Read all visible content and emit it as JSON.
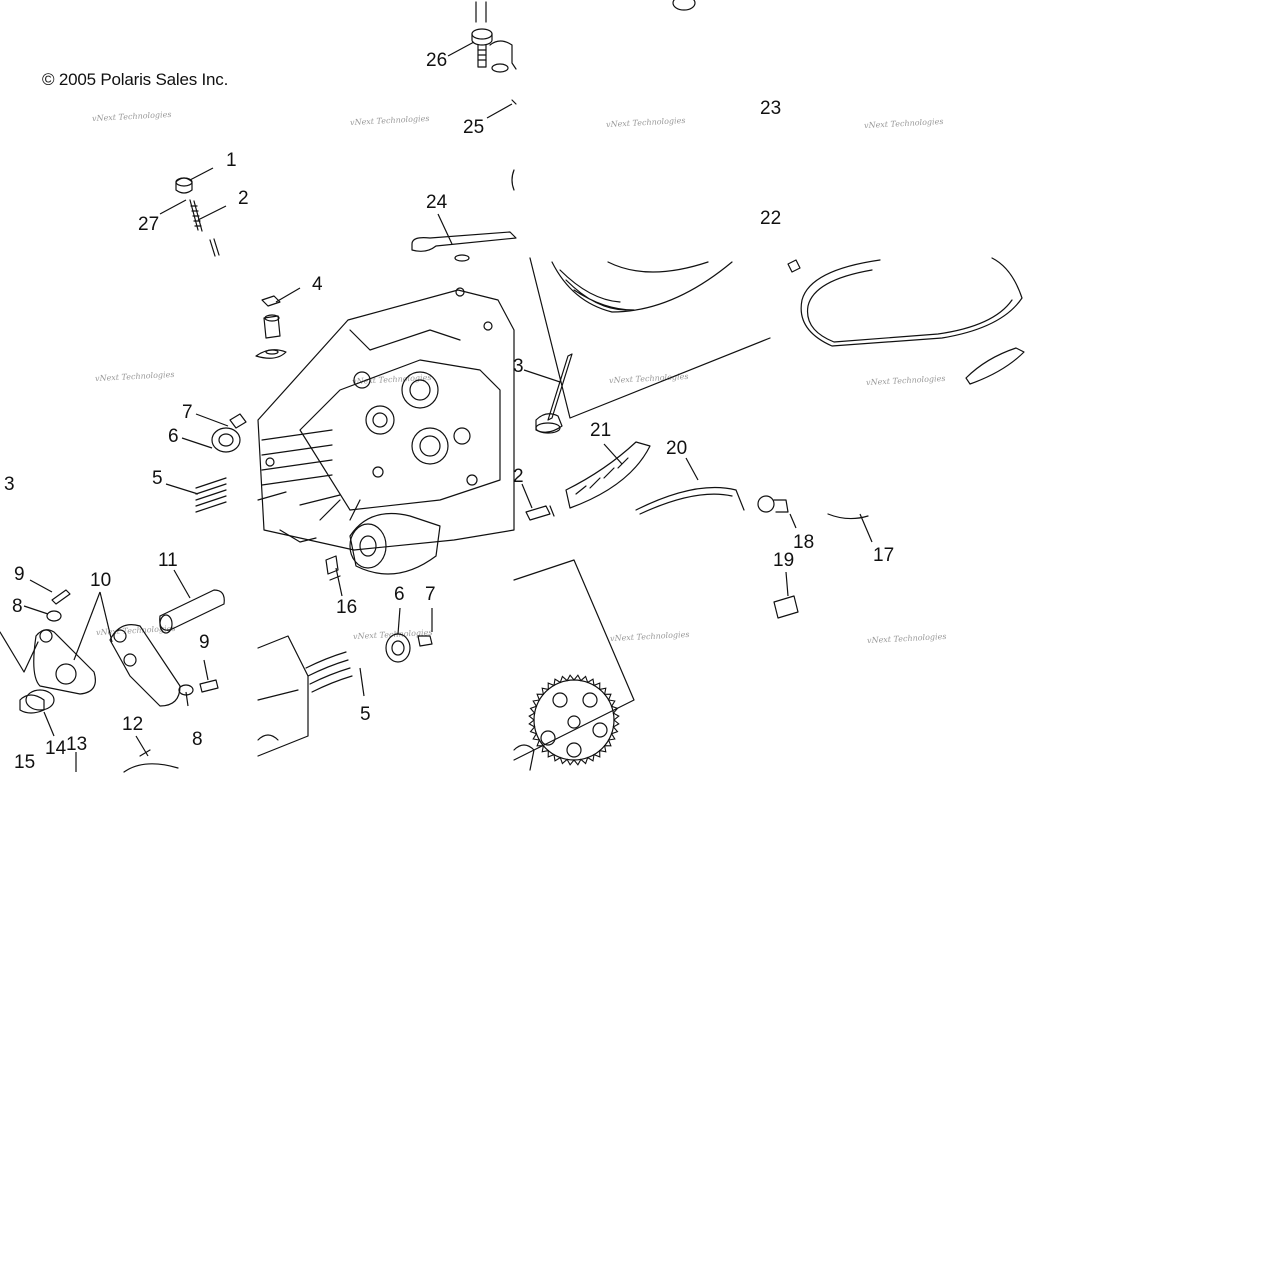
{
  "copyright": "© 2005 Polaris Sales Inc.",
  "watermark": "vNext Technologies",
  "callouts": [
    {
      "id": "c26",
      "label": "26"
    },
    {
      "id": "c25",
      "label": "25"
    },
    {
      "id": "c23a",
      "label": "23"
    },
    {
      "id": "c23b",
      "label": "22"
    },
    {
      "id": "c1",
      "label": "1"
    },
    {
      "id": "c2a",
      "label": "2"
    },
    {
      "id": "c27",
      "label": "27"
    },
    {
      "id": "c24",
      "label": "24"
    },
    {
      "id": "c4",
      "label": "4"
    },
    {
      "id": "c3a",
      "label": "3"
    },
    {
      "id": "c7a",
      "label": "7"
    },
    {
      "id": "c6a",
      "label": "6"
    },
    {
      "id": "c5a",
      "label": "5"
    },
    {
      "id": "c3b",
      "label": "3"
    },
    {
      "id": "c21",
      "label": "21"
    },
    {
      "id": "c20",
      "label": "20"
    },
    {
      "id": "c2b",
      "label": "2"
    },
    {
      "id": "c18",
      "label": "18"
    },
    {
      "id": "c17",
      "label": "17"
    },
    {
      "id": "c19",
      "label": "19"
    },
    {
      "id": "c9a",
      "label": "9"
    },
    {
      "id": "c10",
      "label": "10"
    },
    {
      "id": "c11",
      "label": "11"
    },
    {
      "id": "c8a",
      "label": "8"
    },
    {
      "id": "c16",
      "label": "16"
    },
    {
      "id": "c6b",
      "label": "6"
    },
    {
      "id": "c7b",
      "label": "7"
    },
    {
      "id": "c9b",
      "label": "9"
    },
    {
      "id": "c8b",
      "label": "8"
    },
    {
      "id": "c5b",
      "label": "5"
    },
    {
      "id": "c12",
      "label": "12"
    },
    {
      "id": "c14",
      "label": "14"
    },
    {
      "id": "c13",
      "label": "13"
    },
    {
      "id": "c15",
      "label": "15"
    }
  ]
}
